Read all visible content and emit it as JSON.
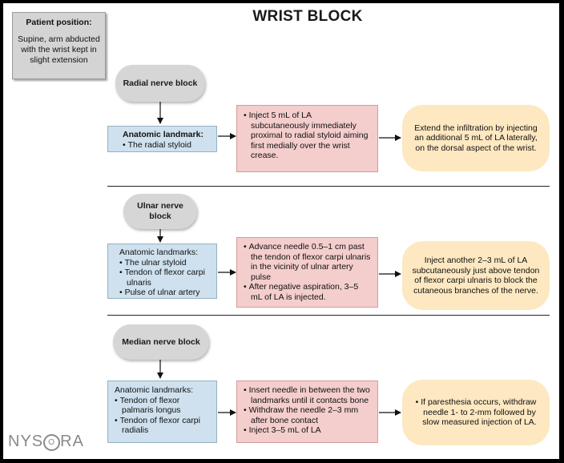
{
  "title": "WRIST BLOCK",
  "patient_position": {
    "heading": "Patient position:",
    "text": "Supine, arm abducted with the wrist kept in slight extension"
  },
  "radial": {
    "label": "Radial nerve block",
    "landmark_heading": "Anatomic landmark:",
    "landmarks": [
      "The radial styloid"
    ],
    "technique": [
      "Inject 5 mL of LA subcutaneously immediately proximal to radial styloid aiming first medially over the wrist crease."
    ],
    "outcome": "Extend the infiltration by injecting an additional 5 mL of LA laterally, on the dorsal aspect of the wrist."
  },
  "ulnar": {
    "label": "Ulnar nerve block",
    "landmark_heading": "Anatomic landmarks:",
    "landmarks": [
      "The ulnar styloid",
      "Tendon of flexor carpi ulnaris",
      "Pulse of ulnar artery"
    ],
    "technique": [
      "Advance needle 0.5–1 cm past the tendon of flexor carpi ulnaris in the vicinity of ulnar artery pulse",
      "After negative aspiration, 3–5 mL of LA is injected."
    ],
    "outcome": "Inject another 2–3 mL of LA subcutaneously just above tendon of flexor carpi ulnaris to block the cutaneous branches of the nerve."
  },
  "median": {
    "label": "Median nerve  block",
    "landmark_heading": "Anatomic landmarks:",
    "landmarks": [
      "Tendon of flexor palmaris longus",
      "Tendon of flexor carpi radialis"
    ],
    "technique": [
      "Insert needle in between the two landmarks until it contacts bone",
      "Withdraw the needle 2–3 mm after bone contact",
      "Inject 3–5 mL of LA"
    ],
    "outcome": [
      "If paresthesia occurs, withdraw needle 1- to 2-mm followed by slow measured injection of LA."
    ]
  },
  "logo": {
    "text_before": "NYS",
    "circle": "O",
    "text_after": "RA"
  }
}
